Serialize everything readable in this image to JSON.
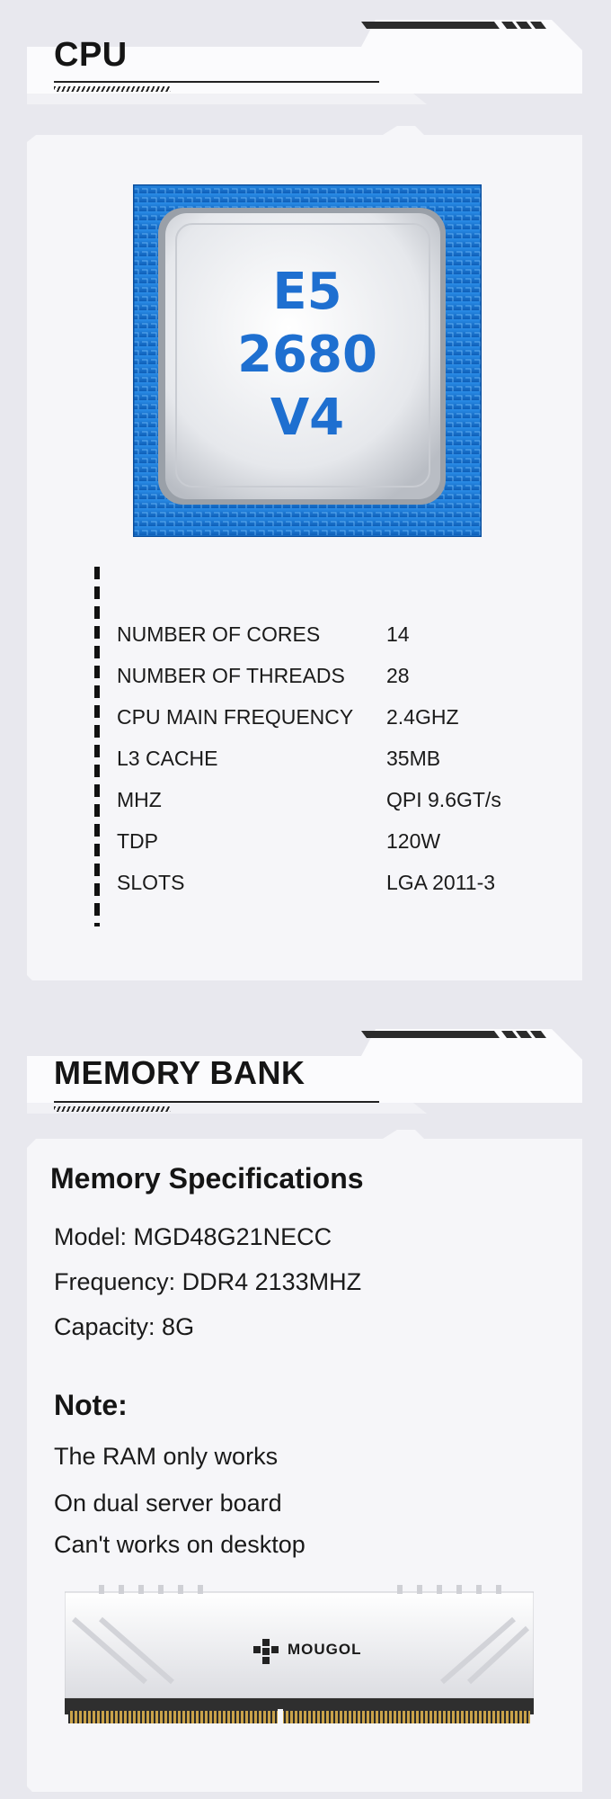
{
  "cpu_section": {
    "title": "CPU",
    "chip_label": [
      "E5",
      "2680",
      "V4"
    ],
    "specs": [
      {
        "label": "NUMBER OF CORES",
        "value": "14"
      },
      {
        "label": "NUMBER OF THREADS",
        "value": "28"
      },
      {
        "label": "CPU MAIN FREQUENCY",
        "value": "2.4GHZ"
      },
      {
        "label": "L3 CACHE",
        "value": "35MB"
      },
      {
        "label": "MHZ",
        "value": "QPI 9.6GT/s"
      },
      {
        "label": "TDP",
        "value": "120W"
      },
      {
        "label": "SLOTS",
        "value": "LGA 2011-3"
      }
    ]
  },
  "memory_section": {
    "title": "MEMORY BANK",
    "spec_heading": "Memory Specifications",
    "model": "Model: MGD48G21NECC",
    "frequency": "Frequency: DDR4 2133MHZ",
    "capacity": "Capacity: 8G",
    "note_heading": "Note:",
    "note_lines": [
      "The RAM only works",
      "On dual server board",
      "Can't works on desktop"
    ],
    "ram_brand": "MOUGOL"
  },
  "colors": {
    "background": "#e8e8ee",
    "card": "#f6f6f9",
    "chip_blue": "#1e6fd0",
    "dark": "#222222"
  }
}
